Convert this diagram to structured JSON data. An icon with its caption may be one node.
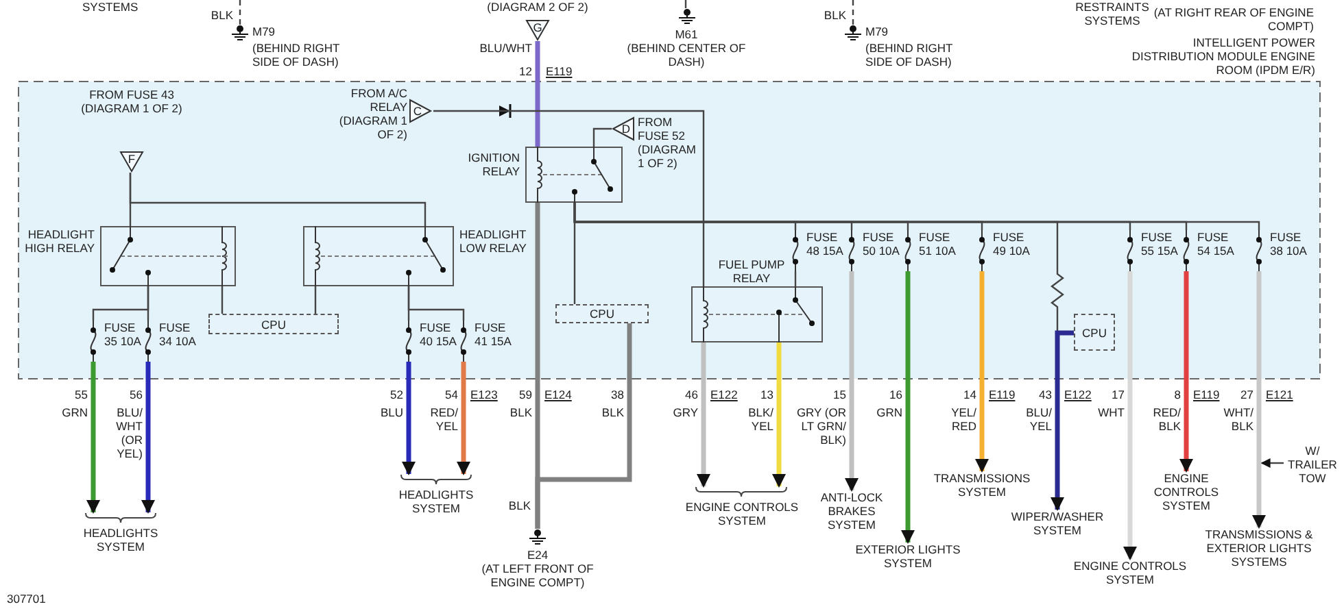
{
  "diagram": {
    "nodes": [
      {
        "text": [
          "INTELLIGENT POWER DISTRIBUTION MODULE ENGINE ROOM (IPDM E/R)"
        ]
      },
      {
        "text": [
          "F"
        ],
        "beside": [
          "FROM FUSE 43 (DIAGRAM 1 OF 2)"
        ],
        "in": 0
      },
      {
        "text": [
          "C"
        ],
        "beside": [
          "FROM A/C RELAY (DIAGRAM 1 OF 2)"
        ],
        "in": 0
      },
      {
        "text": [
          "D"
        ],
        "beside": [
          "FROM FUSE 52 (DIAGRAM 1 OF 2)"
        ],
        "in": 0
      },
      {
        "text": [
          "IGNITION RELAY"
        ],
        "in": 0
      },
      {
        "text": [
          "HEADLIGHT HIGH RELAY"
        ],
        "in": 0
      },
      {
        "text": [
          "HEADLIGHT LOW RELAY"
        ],
        "in": 0
      },
      {
        "text": [
          "CPU"
        ],
        "in": 0
      },
      {
        "text": [
          "CPU"
        ],
        "in": 0
      },
      {
        "text": [
          "FUEL PUMP RELAY"
        ],
        "in": 0
      },
      {
        "text": [
          "CPU"
        ],
        "in": 0
      },
      {
        "text": [
          "FUSE 35 10A"
        ],
        "in": 0
      },
      {
        "text": [
          "FUSE 34 10A"
        ],
        "in": 0
      },
      {
        "text": [
          "FUSE 40 15A"
        ],
        "in": 0
      },
      {
        "text": [
          "FUSE 41 15A"
        ],
        "in": 0
      },
      {
        "text": [
          "FUSE 48 15A"
        ],
        "in": 0
      },
      {
        "text": [
          "FUSE 50 10A"
        ],
        "in": 0
      },
      {
        "text": [
          "FUSE 51 10A"
        ],
        "in": 0
      },
      {
        "text": [
          "FUSE 49 10A"
        ],
        "in": 0
      },
      {
        "text": [
          "FUSE 55 15A"
        ],
        "in": 0
      },
      {
        "text": [
          "FUSE 54 15A"
        ],
        "in": 0
      },
      {
        "text": [
          "FUSE 38 10A"
        ],
        "in": 0
      },
      {
        "text": [
          "G"
        ],
        "beside": [
          "(DIAGRAM 2 OF 2)"
        ]
      },
      {
        "text": [
          "M79",
          "(BEHIND RIGHT SIDE OF DASH)"
        ]
      },
      {
        "text": [
          "M61",
          "(BEHIND CENTER OF DASH)"
        ]
      },
      {
        "text": [
          "M79",
          "(BEHIND RIGHT SIDE OF DASH)"
        ]
      },
      {
        "text": [
          "HEADLIGHTS SYSTEM"
        ]
      },
      {
        "text": [
          "HEADLIGHTS SYSTEM"
        ]
      },
      {
        "text": [
          "ENGINE CONTROLS SYSTEM"
        ]
      },
      {
        "text": [
          "ANTI-LOCK BRAKES SYSTEM"
        ]
      },
      {
        "text": [
          "EXTERIOR LIGHTS SYSTEM"
        ]
      },
      {
        "text": [
          "TRANSMISSIONS SYSTEM"
        ]
      },
      {
        "text": [
          "WIPER/WASHER SYSTEM"
        ]
      },
      {
        "text": [
          "ENGINE CONTROLS SYSTEM"
        ]
      },
      {
        "text": [
          "ENGINE CONTROLS SYSTEM"
        ]
      },
      {
        "text": [
          "TRANSMISSIONS & EXTERIOR LIGHTS SYSTEMS"
        ]
      },
      {
        "text": [
          "E24",
          "(AT LEFT FRONT OF ENGINE COMPT)"
        ]
      },
      {
        "text": [
          "W/ TRAILER TOW"
        ]
      }
    ],
    "edges": [
      {
        "from": 1,
        "to": 5,
        "arrow": "none"
      },
      {
        "from": 1,
        "to": 6,
        "arrow": "none"
      },
      {
        "from": 5,
        "to": 7,
        "arrow": "none"
      },
      {
        "from": 6,
        "to": 7,
        "arrow": "none"
      },
      {
        "from": 5,
        "to": 11,
        "arrow": "none"
      },
      {
        "from": 5,
        "to": 12,
        "arrow": "none"
      },
      {
        "from": 6,
        "to": 13,
        "arrow": "none"
      },
      {
        "from": 6,
        "to": 14,
        "arrow": "none"
      },
      {
        "from": 22,
        "to": 4,
        "arrow": "none",
        "label": "BLU/WHT",
        "style": "thick",
        "color": "#7b68c8"
      },
      {
        "from": 2,
        "to": 9,
        "arrow": "to"
      },
      {
        "from": 3,
        "to": 4,
        "arrow": "none"
      },
      {
        "from": 4,
        "to": 8,
        "arrow": "none"
      },
      {
        "from": 4,
        "to": 15,
        "arrow": "none"
      },
      {
        "from": 4,
        "to": 16,
        "arrow": "none"
      },
      {
        "from": 4,
        "to": 17,
        "arrow": "none"
      },
      {
        "from": 4,
        "to": 18,
        "arrow": "none"
      },
      {
        "from": 4,
        "to": 19,
        "arrow": "none"
      },
      {
        "from": 4,
        "to": 20,
        "arrow": "none"
      },
      {
        "from": 4,
        "to": 21,
        "arrow": "none"
      },
      {
        "from": 4,
        "to": 10,
        "arrow": "none"
      },
      {
        "from": 11,
        "to": 26,
        "arrow": "to",
        "label": "GRN",
        "style": "thick",
        "color": "#3c9a30"
      },
      {
        "from": 12,
        "to": 26,
        "arrow": "to",
        "label": "BLU/ WHT (OR YEL)",
        "style": "thick",
        "color": "#2a2ab8"
      },
      {
        "from": 13,
        "to": 27,
        "arrow": "to",
        "label": "BLU",
        "style": "thick",
        "color": "#2a2ab8"
      },
      {
        "from": 14,
        "to": 27,
        "arrow": "to",
        "label": "RED/ YEL",
        "style": "thick",
        "color": "#e07848"
      },
      {
        "from": 9,
        "to": 28,
        "arrow": "to",
        "label": "GRY",
        "style": "thick",
        "color": "#c0c0c0"
      },
      {
        "from": 15,
        "to": 9,
        "arrow": "none"
      },
      {
        "from": 9,
        "to": 28,
        "arrow": "to",
        "label": "BLK/ YEL",
        "style": "thick",
        "color": "#f0dc40"
      },
      {
        "from": 16,
        "to": 29,
        "arrow": "to",
        "label": "GRY (OR LT GRN/ BLK)",
        "style": "thick",
        "color": "#c0c0c0"
      },
      {
        "from": 17,
        "to": 30,
        "arrow": "to",
        "label": "GRN",
        "style": "thick",
        "color": "#3c9a30"
      },
      {
        "from": 18,
        "to": 31,
        "arrow": "to",
        "label": "YEL/ RED",
        "style": "thick",
        "color": "#f5b030"
      },
      {
        "from": 10,
        "to": 32,
        "arrow": "to",
        "label": "BLU/ YEL",
        "style": "thick",
        "color": "#2a2a90"
      },
      {
        "from": 19,
        "to": 33,
        "arrow": "to",
        "label": "WHT",
        "style": "thick",
        "color": "#d8d8d8"
      },
      {
        "from": 20,
        "to": 34,
        "arrow": "to",
        "label": "RED/ BLK",
        "style": "thick",
        "color": "#e04040"
      },
      {
        "from": 21,
        "to": 35,
        "arrow": "to",
        "label": "WHT/ BLK",
        "style": "thick",
        "color": "#c8c8c8"
      },
      {
        "from": 4,
        "to": 36,
        "arrow": "none",
        "label": "BLK",
        "style": "thick",
        "color": "#808080"
      },
      {
        "from": 8,
        "to": 36,
        "arrow": "none",
        "label": "BLK",
        "style": "thick",
        "color": "#808080"
      },
      {
        "from": null,
        "to": 23,
        "arrow": "none",
        "label": "BLK",
        "style": "dashed"
      },
      {
        "from": null,
        "to": 24,
        "arrow": "none"
      },
      {
        "from": null,
        "to": 25,
        "arrow": "none",
        "label": "BLK",
        "style": "dashed"
      },
      {
        "from": 37,
        "to": null,
        "arrow": "to"
      }
    ],
    "labels": [
      "SYSTEMS",
      "RESTRAINTS SYSTEMS",
      "12",
      "E119",
      "55",
      "56",
      "52",
      "54",
      "E123",
      "59",
      "E124",
      "38",
      "46",
      "E122",
      "13",
      "15",
      "16",
      "14",
      "E119",
      "43",
      "E122",
      "17",
      "8",
      "E119",
      "27",
      "E121",
      "BLK",
      "307701",
      "(AT RIGHT REAR OF ENGINE COMPT)"
    ]
  }
}
